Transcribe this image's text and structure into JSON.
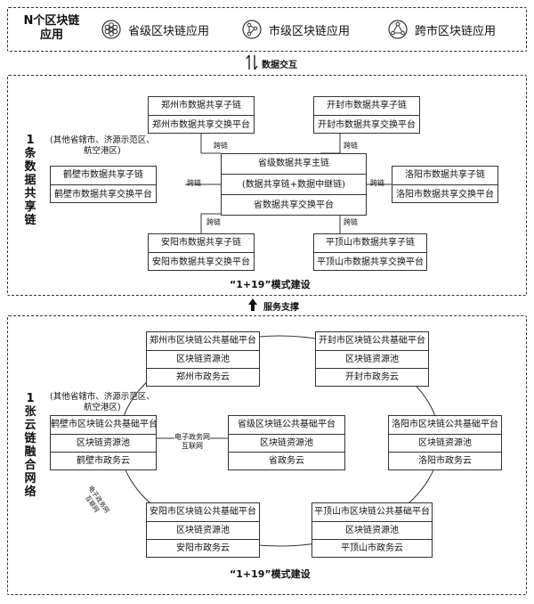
{
  "top": {
    "title_line1": "N个区块链",
    "title_line2": "应用",
    "apps": [
      {
        "label": "省级区块链应用",
        "icon": "flower-network-icon"
      },
      {
        "label": "市级区块链应用",
        "icon": "branch-network-icon"
      },
      {
        "label": "跨市区块链应用",
        "icon": "triangle-network-icon"
      }
    ]
  },
  "arrows": {
    "data_exchange": "数据交互",
    "service_support": "服务支撑"
  },
  "chain_section": {
    "vertical_label": [
      "1",
      "条",
      "数",
      "据",
      "共",
      "享",
      "链"
    ],
    "other_note_line1": "(其他省辖市、济源示范区、",
    "other_note_line2": "航空港区)",
    "center": {
      "row1": "省级数据共享主链",
      "row2": "(数据共享链+数据中继链)",
      "row3": "省数据共享交换平台"
    },
    "cities": [
      {
        "row1": "郑州市数据共享子链",
        "row2": "郑州市数据共享交换平台"
      },
      {
        "row1": "开封市数据共享子链",
        "row2": "开封市数据共享交换平台"
      },
      {
        "row1": "鹤壁市数据共享子链",
        "row2": "鹤壁市数据共享交换平台"
      },
      {
        "row1": "洛阳市数据共享子链",
        "row2": "洛阳市数据共享交换平台"
      },
      {
        "row1": "安阳市数据共享子链",
        "row2": "安阳市数据共享交换平台"
      },
      {
        "row1": "平顶山市数据共享子链",
        "row2": "平顶山市数据共享交换平台"
      }
    ],
    "cross_chain": "跨链",
    "caption": "“1+19”模式建设"
  },
  "cloud_section": {
    "vertical_label": [
      "1",
      "张",
      "云",
      "链",
      "融",
      "合",
      "网",
      "络"
    ],
    "other_note_line1": "(其他省辖市、济源示范区、",
    "other_note_line2": "航空港区)",
    "center": {
      "row1": "省级区块链公共基础平台",
      "row2": "区块链资源池",
      "row3": "省政务云"
    },
    "cities": [
      {
        "row1": "郑州市区块链公共基础平台",
        "row2": "区块链资源池",
        "row3": "郑州市政务云"
      },
      {
        "row1": "开封市区块链公共基础平台",
        "row2": "区块链资源池",
        "row3": "开封市政务云"
      },
      {
        "row1": "鹤壁市区块链公共基础平台",
        "row2": "区块链资源池",
        "row3": "鹤壁市政务云"
      },
      {
        "row1": "洛阳市区块链公共基础平台",
        "row2": "区块链资源池",
        "row3": "洛阳市政务云"
      },
      {
        "row1": "安阳市区块链公共基础平台",
        "row2": "区块链资源池",
        "row3": "安阳市政务云"
      },
      {
        "row1": "平顶山市区块链公共基础平台",
        "row2": "区块链资源池",
        "row3": "平顶山市政务云"
      }
    ],
    "egov_line1": "电子政务网",
    "egov_line2": "互联网",
    "egov_alt_line1": "电子政务网",
    "egov_alt_line2": "互联网",
    "caption": "“1+19”模式建设"
  }
}
